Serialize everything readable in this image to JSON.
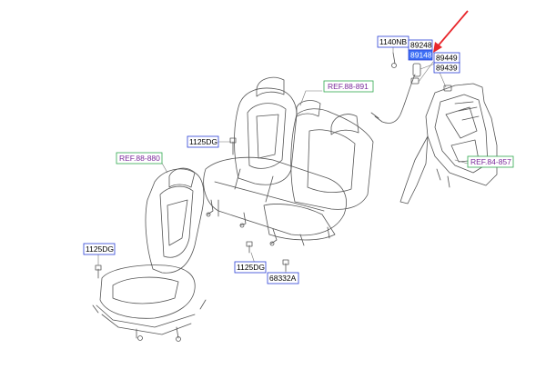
{
  "diagram": {
    "callouts": {
      "ref_88_891": "REF.88-891",
      "ref_88_880": "REF.88-880",
      "ref_84_857": "REF.84-857",
      "bolt_rear": "1125DG",
      "bolt_front": "1125DG",
      "bolt_lower": "1125DG",
      "clip": "68332A",
      "nut_top": "1140NB",
      "p89248": "89248",
      "p89148": "89148",
      "p89449": "89449",
      "p89439": "89439"
    },
    "colors": {
      "line": "#444444",
      "callout_border": "#2a3fd6",
      "ref_border": "#2fa84f",
      "ref_text": "#7a2a9a",
      "highlight": "#3d6ff5",
      "arrow": "#e8262b"
    }
  }
}
